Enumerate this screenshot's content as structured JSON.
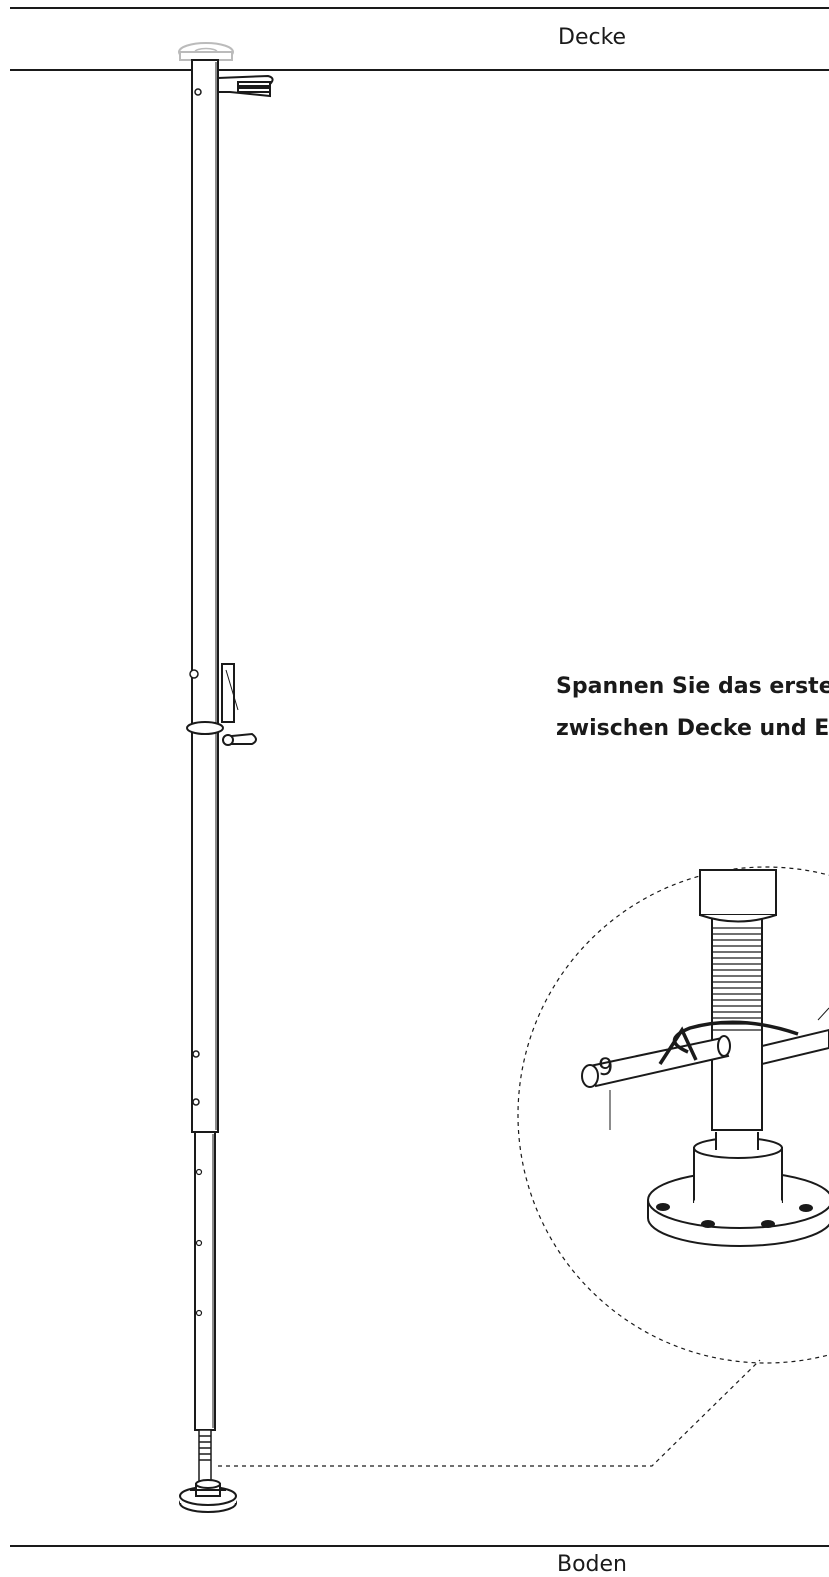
{
  "labels": {
    "ceiling": "Decke",
    "floor": "Boden",
    "part_number": "9"
  },
  "instruction": {
    "line1": "Spannen Sie das erste",
    "line2": "zwischen Decke und E"
  },
  "colors": {
    "line": "#1a1a1a",
    "ceiling_plate": "#cccccc"
  }
}
